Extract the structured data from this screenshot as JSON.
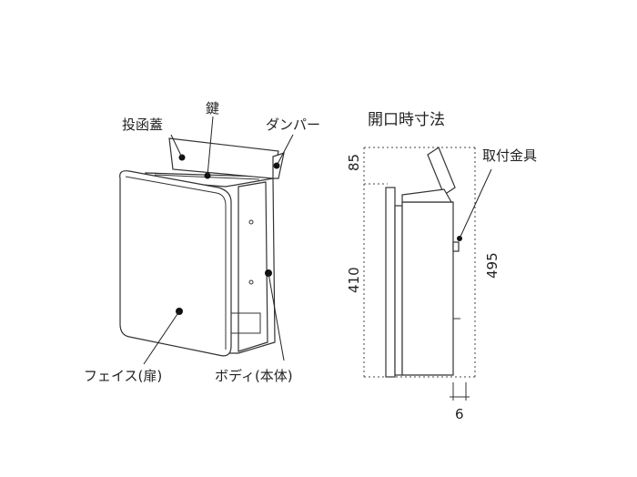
{
  "labels": {
    "lid": "投函蓋",
    "key": "鍵",
    "damper": "ダンパー",
    "face": "フェイス(扉)",
    "body": "ボディ(本体)",
    "open_dim_title": "開口時寸法",
    "bracket": "取付金具"
  },
  "dimensions": {
    "lid_open": "85",
    "body_height": "410",
    "total_height": "495",
    "bracket_gap": "6"
  }
}
